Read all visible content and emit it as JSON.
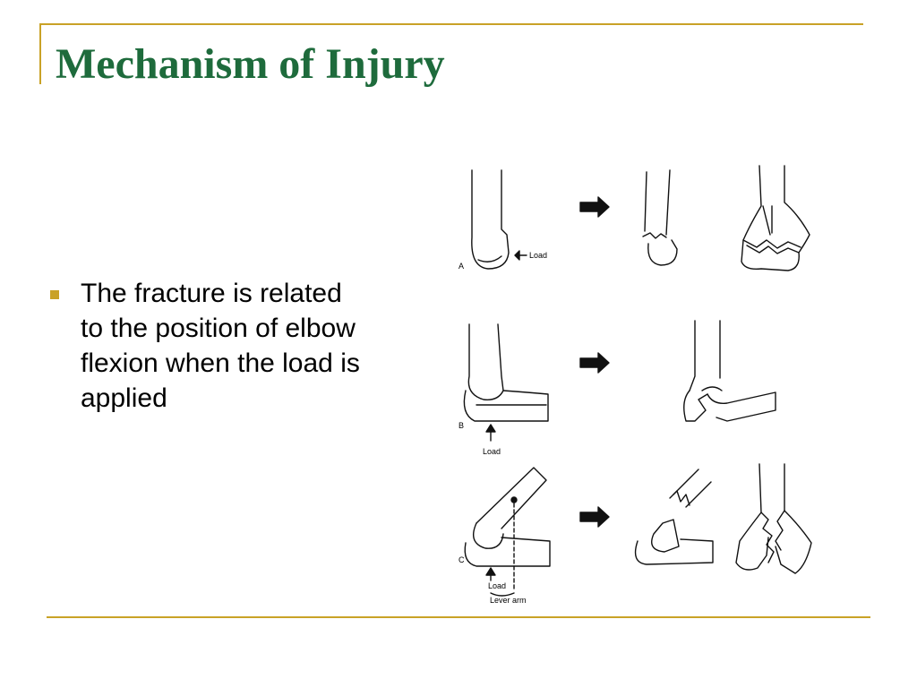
{
  "slide": {
    "title": "Mechanism of Injury",
    "bullet_lines": [
      "The fracture is related",
      "to the position of  elbow",
      "flexion when the load is",
      "applied"
    ]
  },
  "figure": {
    "panel_a_label": "A",
    "panel_b_label": "B",
    "panel_c_label": "C",
    "load_label_a": "Load",
    "load_label_b": "Load",
    "load_label_c": "Load",
    "lever_arm_label": "Lever arm"
  },
  "colors": {
    "accent": "#c9a227",
    "title": "#1e6b3c"
  }
}
